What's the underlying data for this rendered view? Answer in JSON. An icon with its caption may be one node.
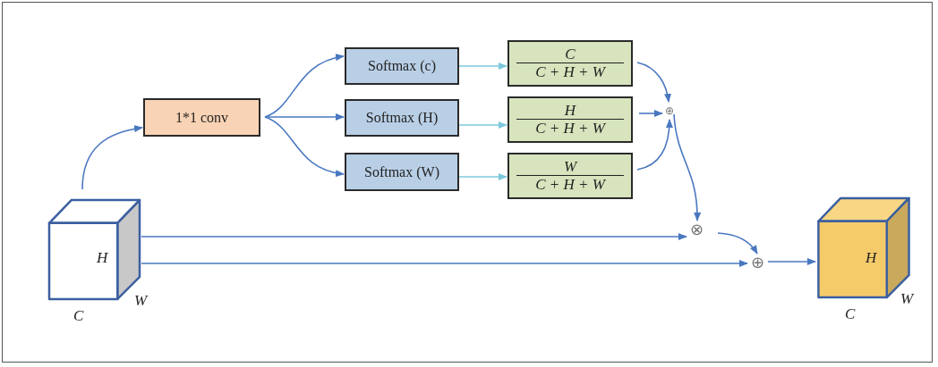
{
  "diagram": {
    "nodes": [
      {
        "text": [
          "H"
        ],
        "beside": [
          "C",
          "W"
        ]
      },
      {
        "text": [
          "1*1 conv"
        ]
      },
      {
        "text": [
          "Softmax (c)"
        ]
      },
      {
        "text": [
          "Softmax (H)"
        ]
      },
      {
        "text": [
          "Softmax (W)"
        ]
      },
      {
        "text": [
          "C",
          "C + H + W"
        ]
      },
      {
        "text": [
          "H",
          "C + H + W"
        ]
      },
      {
        "text": [
          "W",
          "C + H + W"
        ]
      },
      {
        "text": [
          "⊕"
        ]
      },
      {
        "text": [
          "⊗"
        ]
      },
      {
        "text": [
          "⊕"
        ]
      },
      {
        "text": [
          "H"
        ],
        "beside": [
          "C",
          "W"
        ]
      }
    ],
    "edges": [
      {
        "from": 0,
        "to": 1,
        "arrow": "to"
      },
      {
        "from": 1,
        "to": 2,
        "arrow": "to"
      },
      {
        "from": 1,
        "to": 3,
        "arrow": "to"
      },
      {
        "from": 1,
        "to": 4,
        "arrow": "to"
      },
      {
        "from": 2,
        "to": 5,
        "arrow": "to",
        "color": "#7cc8dc"
      },
      {
        "from": 3,
        "to": 6,
        "arrow": "to",
        "color": "#7cc8dc"
      },
      {
        "from": 4,
        "to": 7,
        "arrow": "to",
        "color": "#7cc8dc"
      },
      {
        "from": 5,
        "to": 8,
        "arrow": "to"
      },
      {
        "from": 6,
        "to": 8,
        "arrow": "to"
      },
      {
        "from": 7,
        "to": 8,
        "arrow": "to"
      },
      {
        "from": 8,
        "to": 9,
        "arrow": "to"
      },
      {
        "from": 0,
        "to": 9,
        "arrow": "to"
      },
      {
        "from": 9,
        "to": 10,
        "arrow": "to"
      },
      {
        "from": 0,
        "to": 10,
        "arrow": "to"
      },
      {
        "from": 10,
        "to": 11,
        "arrow": "to"
      }
    ]
  }
}
